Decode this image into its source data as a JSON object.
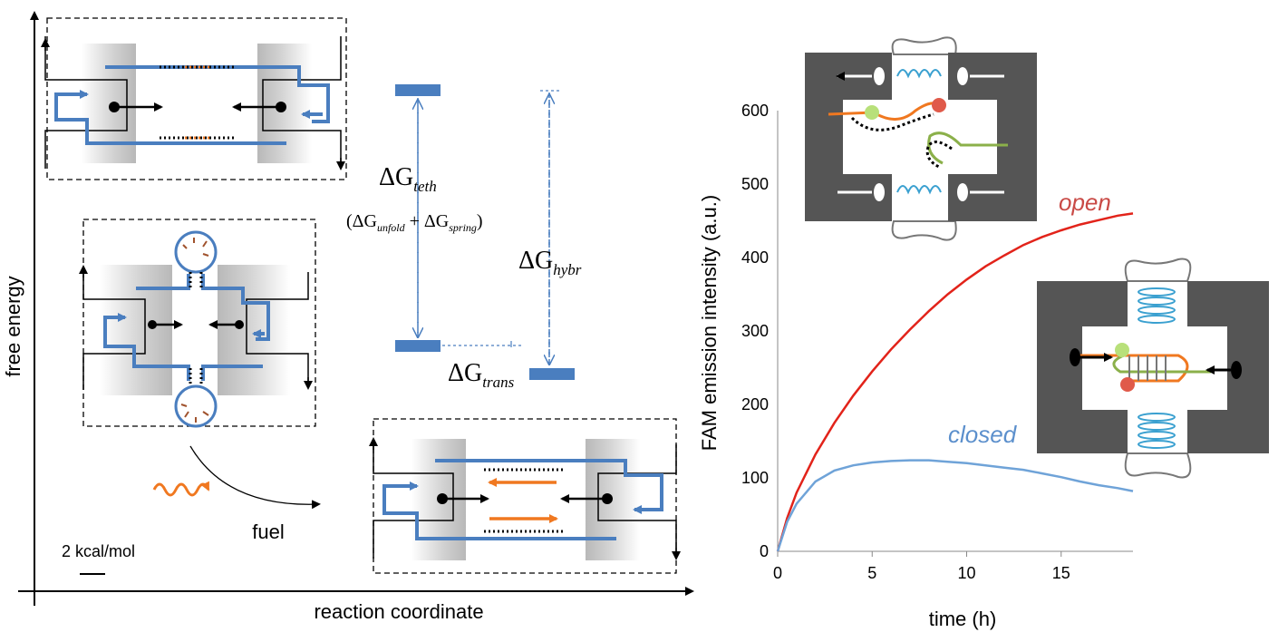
{
  "left_panel": {
    "y_axis_label": "free energy",
    "x_axis_label": "reaction coordinate",
    "scale_label": "2 kcal/mol",
    "fuel_label": "fuel",
    "energy_terms": {
      "teth": "ΔG",
      "teth_sub": "teth",
      "teth_decomp_open": "(ΔG",
      "unfold_sub": "unfold",
      "plus": " + ΔG",
      "spring_sub": "spring",
      "close_paren": ")",
      "hybr": "ΔG",
      "hybr_sub": "hybr",
      "trans": "ΔG",
      "trans_sub": "trans"
    },
    "colors": {
      "strand": "#4a7ebf",
      "fuel": "#f07820",
      "level": "#4a7ebf"
    }
  },
  "chart_data": {
    "type": "line",
    "xlabel": "time (h)",
    "ylabel": "FAM emission intensity (a.u.)",
    "xlim": [
      0,
      18.8
    ],
    "ylim": [
      0,
      600
    ],
    "xticks": [
      0,
      5,
      10,
      15
    ],
    "yticks": [
      0,
      100,
      200,
      300,
      400,
      500,
      600
    ],
    "grid": false,
    "series": [
      {
        "name": "open",
        "color": "#e2231a",
        "x": [
          0,
          0.5,
          1,
          2,
          3,
          4,
          5,
          6,
          7,
          8,
          9,
          10,
          11,
          12,
          13,
          14,
          15,
          16,
          17,
          18,
          18.8
        ],
        "y": [
          0,
          45,
          80,
          132,
          175,
          212,
          245,
          275,
          302,
          327,
          350,
          370,
          388,
          403,
          417,
          428,
          437,
          445,
          451,
          457,
          460
        ]
      },
      {
        "name": "closed",
        "color": "#6fa3d8",
        "x": [
          0,
          0.5,
          1,
          2,
          3,
          4,
          5,
          6,
          7,
          8,
          9,
          10,
          11,
          12,
          13,
          14,
          15,
          16,
          17,
          18,
          18.8
        ],
        "y": [
          0,
          40,
          65,
          95,
          110,
          117,
          121,
          123,
          124,
          124,
          122,
          120,
          117,
          114,
          111,
          106,
          101,
          95,
          90,
          86,
          82
        ]
      }
    ],
    "series_label_colors": {
      "open": "#c94a46",
      "closed": "#5b8fcc"
    }
  }
}
